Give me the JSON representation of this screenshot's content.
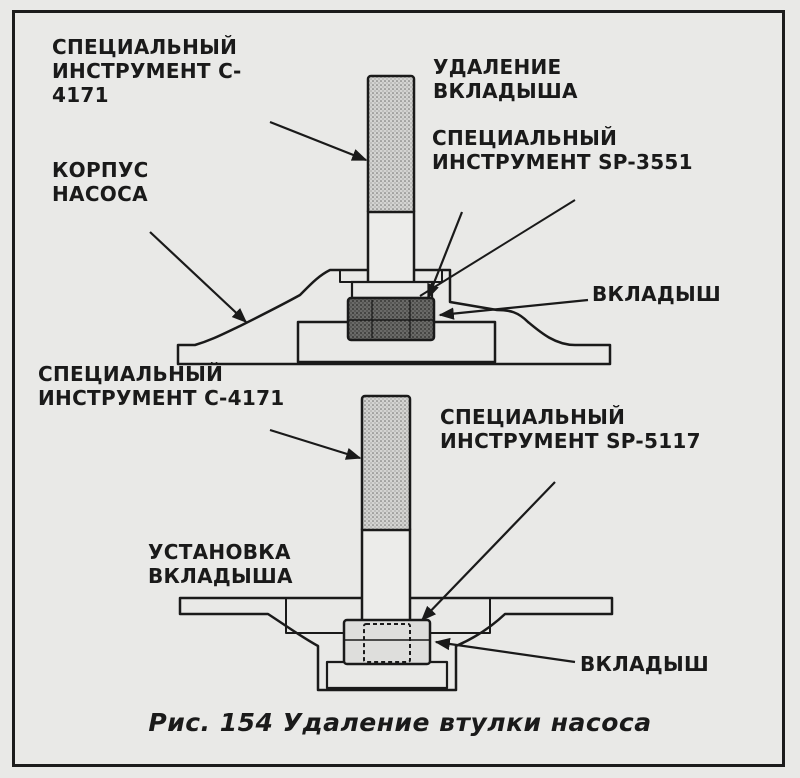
{
  "labels": {
    "tool_c4171_top": "СПЕЦИАЛЬНЫЙ\nИНСТРУМЕНТ С-\n4171",
    "removal_title": "УДАЛЕНИЕ\nВКЛАДЫША",
    "tool_sp3551": "СПЕЦИАЛЬНЫЙ\nИНСТРУМЕНТ SP-3551",
    "pump_body": "КОРПУС\nНАСОСА",
    "bushing_top": "ВКЛАДЫШ",
    "tool_c4171_bottom": "СПЕЦИАЛЬНЫЙ\nИНСТРУМЕНТ С-4171",
    "tool_sp5117": "СПЕЦИАЛЬНЫЙ\nИНСТРУМЕНТ SP-5117",
    "install_title": "УСТАНОВКА\nВКЛАДЫША",
    "bushing_bottom": "ВКЛАДЫШ"
  },
  "caption": "Рис. 154 Удаление втулки насоса",
  "colors": {
    "ink": "#1a1a1a",
    "paper": "#e9e9e7",
    "stipple": "#8a8a88"
  }
}
